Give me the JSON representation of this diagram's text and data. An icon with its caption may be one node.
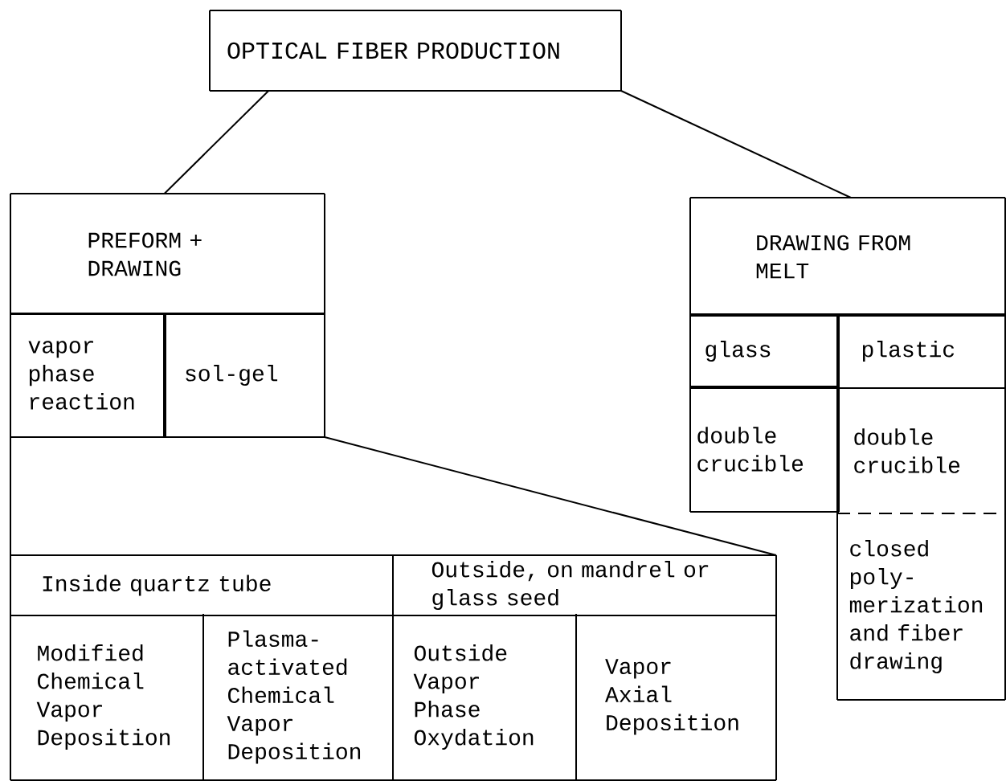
{
  "diagram": {
    "nodes": [
      {
        "text": [
          "OPTICAL FIBER PRODUCTION"
        ]
      },
      {
        "text": [
          "PREFORM + DRAWING"
        ]
      },
      {
        "text": [
          "vapor phase reaction"
        ],
        "in": 1
      },
      {
        "text": [
          "sol-gel"
        ],
        "in": 1
      },
      {
        "text": [],
        "shape": "box"
      },
      {
        "text": [
          "Inside quartz tube"
        ],
        "in": 4
      },
      {
        "text": [
          "Outside, on mandrel or glass seed"
        ],
        "in": 4
      },
      {
        "text": [
          "Modified Chemical Vapor Deposition"
        ],
        "in": 4
      },
      {
        "text": [
          "Plasma-activated Chemical Vapor Deposition"
        ],
        "in": 4
      },
      {
        "text": [
          "Outside Vapor Phase Oxydation"
        ],
        "in": 4
      },
      {
        "text": [
          "Vapor Axial Deposition"
        ],
        "in": 4
      },
      {
        "text": [
          "DRAWING FROM MELT"
        ]
      },
      {
        "text": [
          "glass"
        ]
      },
      {
        "text": [
          "plastic"
        ]
      },
      {
        "text": [
          "double crucible"
        ]
      },
      {
        "text": [
          "double crucible"
        ]
      },
      {
        "text": [
          "closed poly-merization and fiber drawing"
        ]
      }
    ],
    "edges": [
      {
        "from": 0,
        "to": 1,
        "arrow": "none"
      },
      {
        "from": 0,
        "to": 11,
        "arrow": "none"
      },
      {
        "from": 1,
        "to": 4,
        "arrow": "none"
      },
      {
        "from": 1,
        "to": 4,
        "arrow": "none"
      }
    ]
  }
}
